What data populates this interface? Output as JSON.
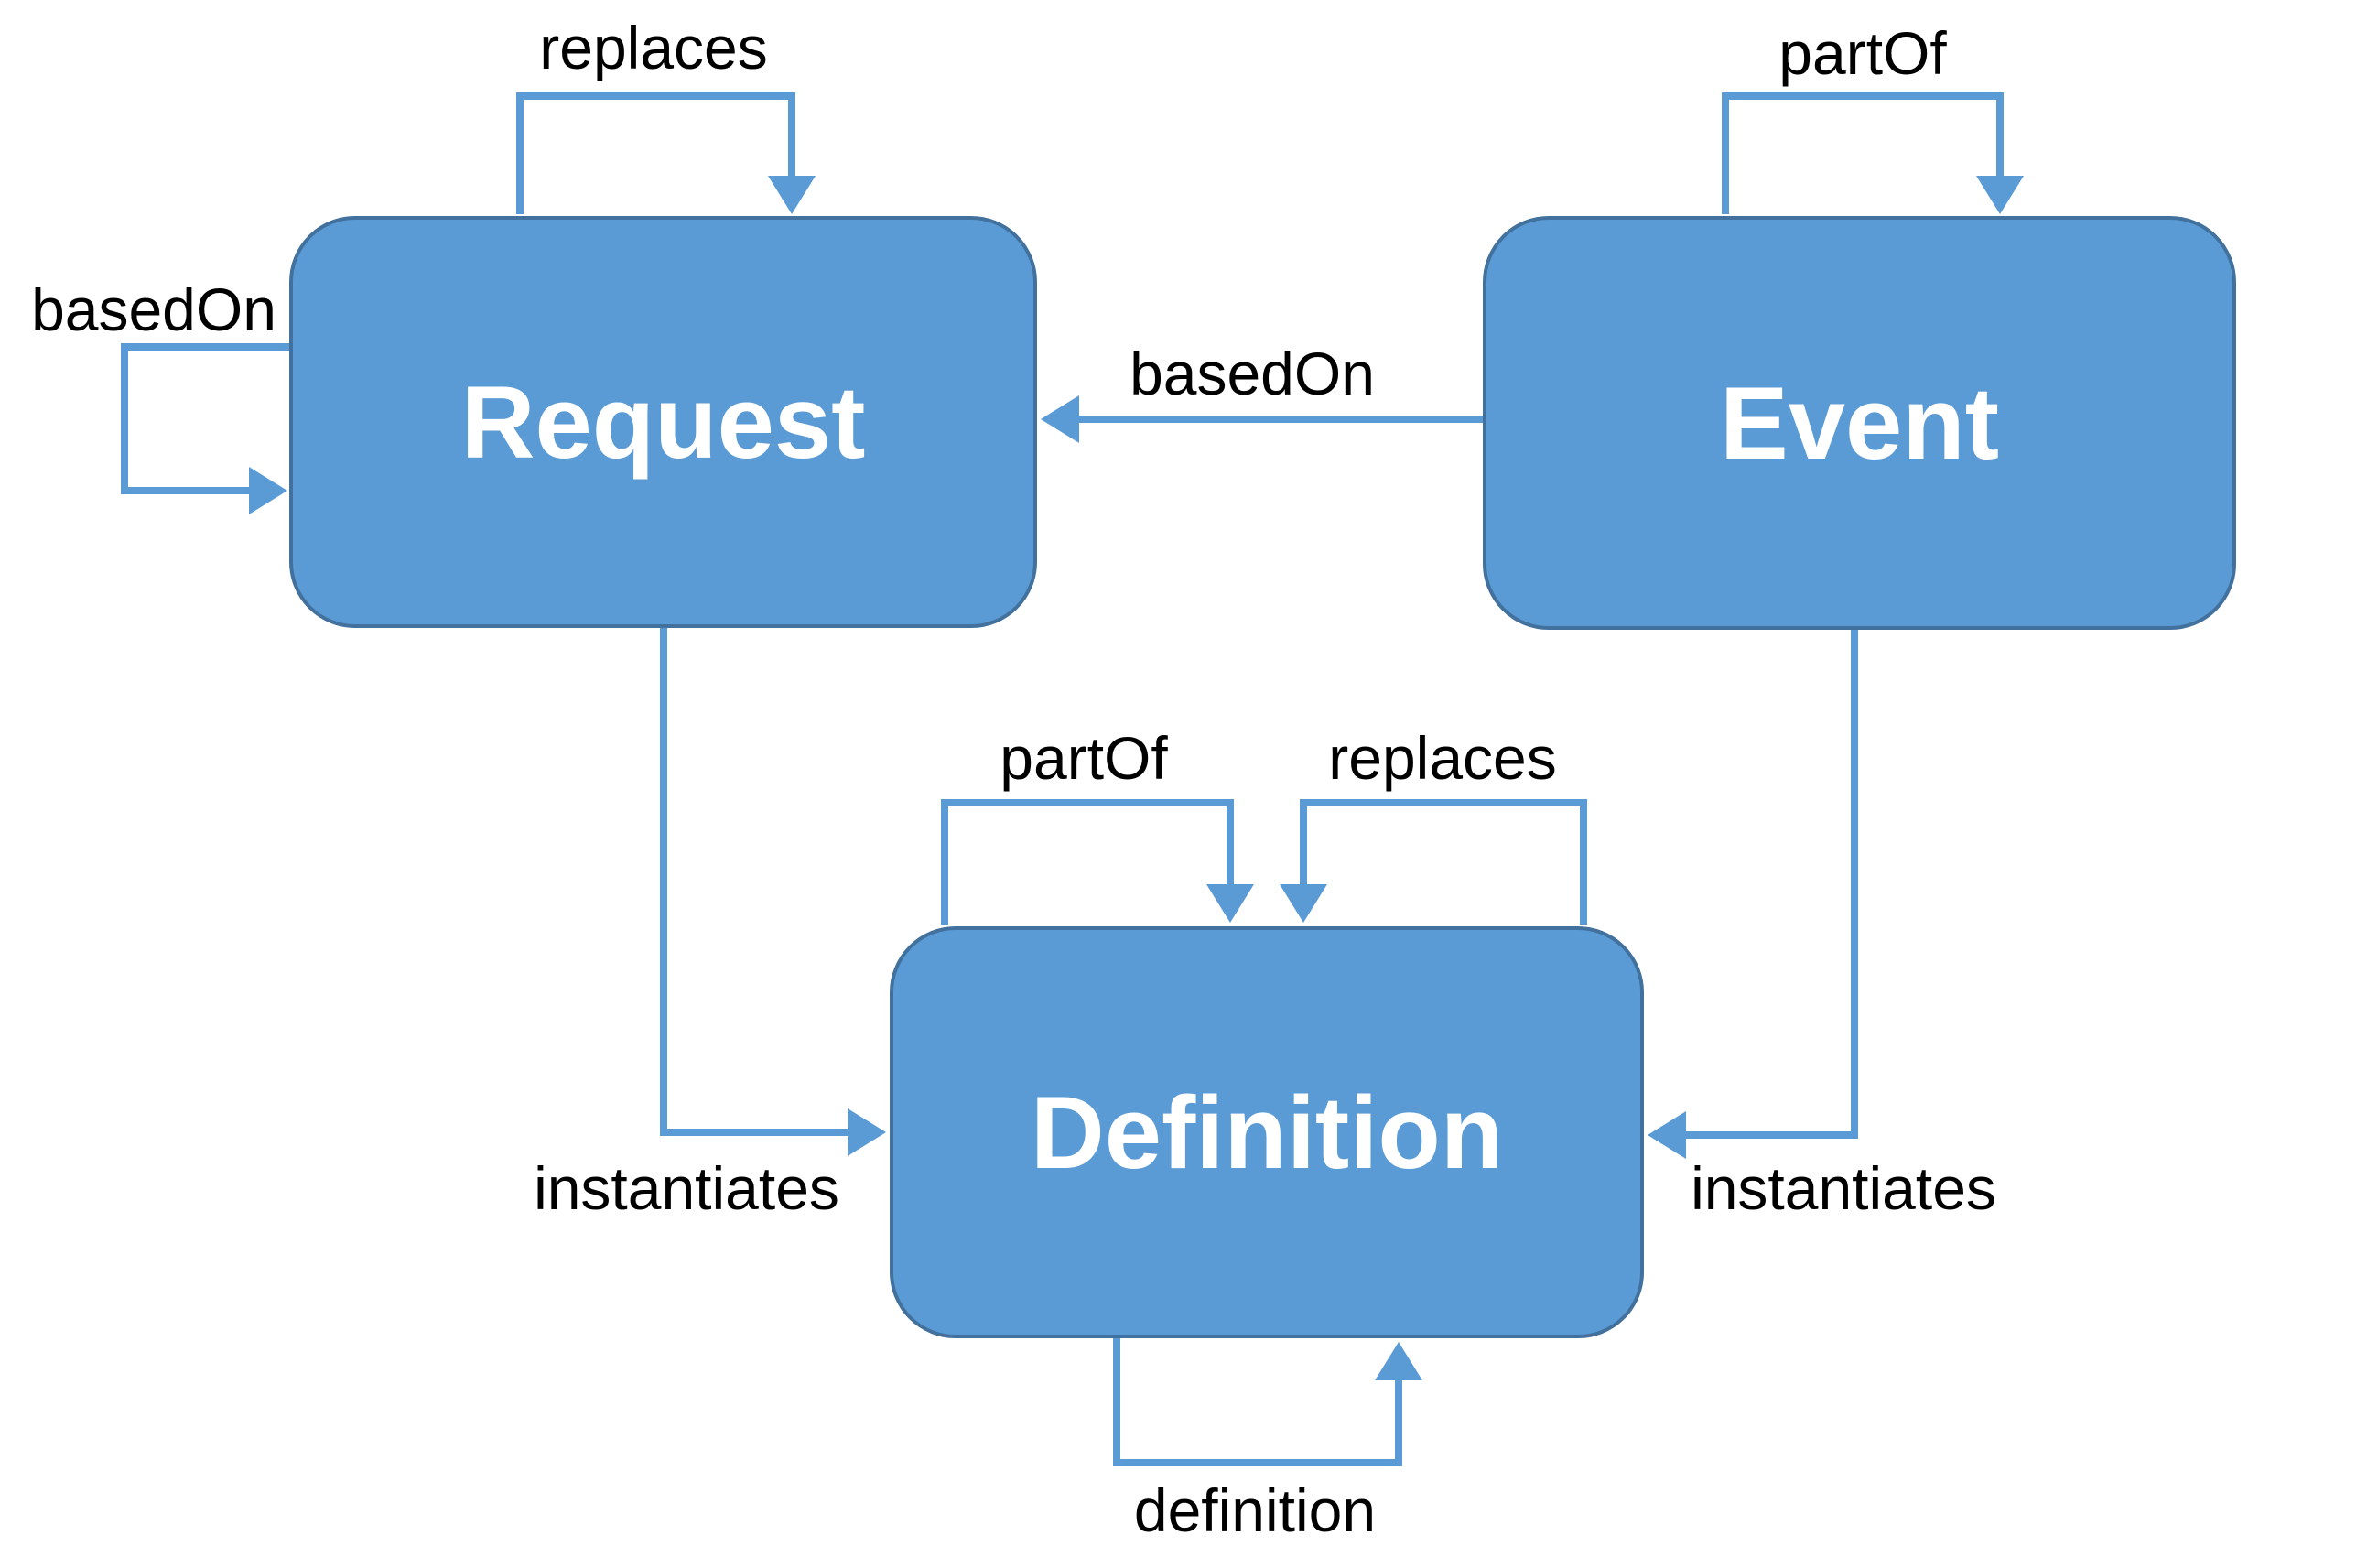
{
  "diagram": {
    "colors": {
      "node_fill": "#5B9BD5",
      "node_border": "#41719C",
      "arrow": "#5B9BD5",
      "node_text": "#FFFFFF",
      "label_text": "#000000",
      "background": "#FFFFFF"
    },
    "nodes": [
      {
        "id": "request",
        "label": "Request"
      },
      {
        "id": "event",
        "label": "Event"
      },
      {
        "id": "definition",
        "label": "Definition"
      }
    ],
    "edges": [
      {
        "id": "request-replaces-self",
        "label": "replaces",
        "from": "Request",
        "to": "Request",
        "shape": "self-loop-top"
      },
      {
        "id": "request-basedOn-self",
        "label": "basedOn",
        "from": "Request",
        "to": "Request",
        "shape": "self-loop-left"
      },
      {
        "id": "event-partOf-self",
        "label": "partOf",
        "from": "Event",
        "to": "Event",
        "shape": "self-loop-top"
      },
      {
        "id": "event-basedOn-request",
        "label": "basedOn",
        "from": "Event",
        "to": "Request",
        "shape": "straight"
      },
      {
        "id": "request-instantiates-definition",
        "label": "instantiates",
        "from": "Request",
        "to": "Definition",
        "shape": "elbow"
      },
      {
        "id": "event-instantiates-definition",
        "label": "instantiates",
        "from": "Event",
        "to": "Definition",
        "shape": "elbow"
      },
      {
        "id": "definition-partOf-self",
        "label": "partOf",
        "from": "Definition",
        "to": "Definition",
        "shape": "self-loop-top"
      },
      {
        "id": "definition-replaces-self",
        "label": "replaces",
        "from": "Definition",
        "to": "Definition",
        "shape": "self-loop-top"
      },
      {
        "id": "definition-definition-self",
        "label": "definition",
        "from": "Definition",
        "to": "Definition",
        "shape": "self-loop-bottom"
      }
    ]
  }
}
